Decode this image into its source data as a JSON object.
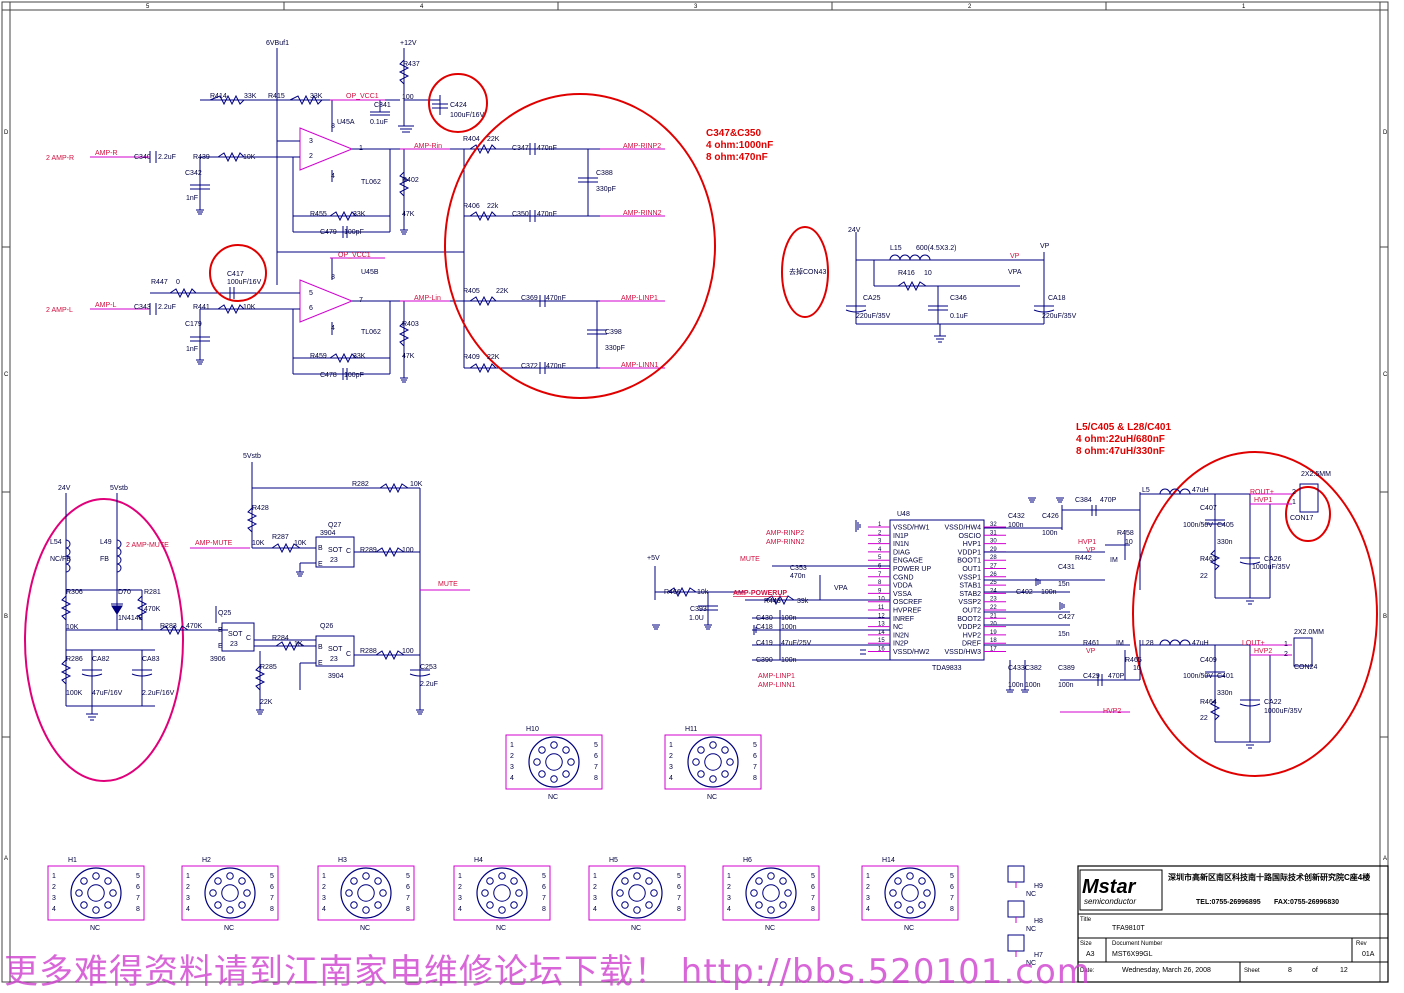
{
  "border": {
    "cols": [
      "5",
      "4",
      "3",
      "2",
      "1"
    ],
    "rows": [
      "D",
      "C",
      "B",
      "A"
    ]
  },
  "annotations": {
    "c347_note": [
      "C347&C350",
      "4 ohm:1000nF",
      "8 ohm:470nF"
    ],
    "l5_note": [
      "L5/C405 & L28/C401",
      "4 ohm:22uH/680nF",
      "8 ohm:47uH/330nF"
    ]
  },
  "rails": {
    "v6buf": "6VBuf1",
    "v12": "+12V",
    "v24a": "24V",
    "v24b": "24V",
    "v5stb": "5Vstb",
    "v5stb2": "5Vstb",
    "v5": "+5V",
    "vp": "VP",
    "vpa": "VPA"
  },
  "opamp": {
    "r414": "R414",
    "r414v": "33K",
    "r415": "R415",
    "r415v": "33K",
    "op_vcc1": "OP_VCC1",
    "op_vcc2": "OP_VCC1",
    "c341": "C341",
    "c341v": "0.1uF",
    "r437": "R437",
    "r437v": "100",
    "c424": "C424",
    "c424v": "100uF/16V",
    "u45a": "U45A",
    "u45b": "U45B",
    "tl1": "TL062",
    "tl2": "TL062",
    "ampr": "2  AMP-R",
    "ampr_net": "AMP-R",
    "c340": "C340",
    "c340v": "2.2uF",
    "r439": "R439",
    "r439v": "10K",
    "c342": "C342",
    "c342v": "1nF",
    "r455": "R455",
    "r455v": "33K",
    "c479": "C479",
    "c479v": "100pF",
    "r402": "R402",
    "r402v": "47K",
    "amprin": "AMP-Rin",
    "r447": "R447",
    "r447v": "0",
    "c417": "C417",
    "c417v": "100uF/16V",
    "ampl": "2  AMP-L",
    "ampl_net": "AMP-L",
    "c343": "C343",
    "c343v": "2.2uF",
    "r441": "R441",
    "r441v": "10K",
    "c179": "C179",
    "c179v": "1nF",
    "r459": "R459",
    "r459v": "33K",
    "c478": "C478",
    "c478v": "100pF",
    "r403": "R403",
    "r403v": "47K",
    "amplin": "AMP-Lin",
    "r404": "R404",
    "r404v": "22K",
    "c347": "C347",
    "c347v": "470nF",
    "rinp2": "AMP-RINP2",
    "c388": "C388",
    "c388v": "330pF",
    "r406": "R406",
    "r406v": "22k",
    "c350": "C350",
    "c350v": "470nF",
    "rinn2": "AMP-RINN2",
    "r405": "R405",
    "r405v": "22K",
    "c369": "C369",
    "c369v": "470nF",
    "linp1": "AMP-LINP1",
    "c398": "C398",
    "c398v": "330pF",
    "r409": "R409",
    "r409v": "22K",
    "c372": "C372",
    "c372v": "470nF",
    "linn1": "AMP-LINN1",
    "p8": "8",
    "p4": "4",
    "p1": "1",
    "p2": "2",
    "p3": "3",
    "p5": "5",
    "p6": "6",
    "p7": "7"
  },
  "power": {
    "l15": "L15",
    "l15v": "600(4.5X3.2)",
    "r416": "R416",
    "r416v": "10",
    "c25": "CA25",
    "c25v": "220uF/35V",
    "c346": "C346",
    "c346v": "0.1uF",
    "c18": "CA18",
    "c18v": "220uF/35V",
    "con43": "去掉CON43"
  },
  "mute": {
    "l54": "L54",
    "l54v": "NC/FB",
    "l49": "L49",
    "l49v": "FB",
    "ampmute": "2  AMP-MUTE",
    "ampmute_net": "AMP-MUTE",
    "r306": "R306",
    "r306v": "10K",
    "d70": "D70",
    "d70v": "1N4148",
    "r281": "R281",
    "r281v": "470K",
    "r286": "R286",
    "r286v": "100K",
    "ca82": "CA82",
    "ca82v": "47uF/16V",
    "ca83": "CA83",
    "ca83v": "2.2uF/16V",
    "r283": "R283",
    "r283v": "470K",
    "q25": "Q25",
    "q25v": "3906",
    "r428": "R428",
    "r287": "R287",
    "r287v": "10K",
    "r428v": "10K",
    "q27": "Q27",
    "q27v": "3904",
    "r282": "R282",
    "r282v": "10K",
    "r289": "R289",
    "r289v": "100",
    "mute": "MUTE",
    "r284": "R284",
    "r284v": "1K",
    "q26": "Q26",
    "q26v": "3904",
    "r288": "R288",
    "r288v": "100",
    "r285": "R285",
    "r285v": "22K",
    "c253": "C253",
    "c253v": "2.2uF",
    "sot": "SOT",
    "sot23": "23",
    "b": "B",
    "c": "C",
    "e": "E"
  },
  "amp": {
    "u48": "U48",
    "tda": "TDA9833",
    "left_pins": [
      "VSSD/HW1",
      "IN1P",
      "IN1N",
      "DIAG",
      "ENGAGE",
      "POWER UP",
      "CGND",
      "VDDA",
      "VSSA",
      "OSCREF",
      "HVPREF",
      "INREF",
      "NC",
      "IN2N",
      "IN2P",
      "VSSD/HW2"
    ],
    "left_nums": [
      "1",
      "2",
      "3",
      "4",
      "5",
      "6",
      "7",
      "8",
      "9",
      "10",
      "11",
      "12",
      "13",
      "14",
      "15",
      "16"
    ],
    "right_pins": [
      "VSSD/HW4",
      "OSCIO",
      "HVP1",
      "VDDP1",
      "BOOT1",
      "OUT1",
      "VSSP1",
      "STAB1",
      "STAB2",
      "VSSP2",
      "OUT2",
      "BOOT2",
      "VDDP2",
      "HVP2",
      "DREF",
      "VSSD/HW3"
    ],
    "right_nums": [
      "32",
      "31",
      "30",
      "29",
      "28",
      "27",
      "26",
      "25",
      "24",
      "23",
      "22",
      "21",
      "20",
      "19",
      "18",
      "17"
    ],
    "nets_in": [
      "AMP-RINP2",
      "AMP-RINN2",
      "MUTE",
      "AMP-POWERUP",
      "AMP-LINP1",
      "AMP-LINN1"
    ],
    "c353": "C353",
    "c353v": "470n",
    "vpa": "VPA",
    "r466": "R466",
    "r466v": "10k",
    "c393": "C393",
    "c393v": "1.0U",
    "r443": "R443",
    "r443v": "39k",
    "c430": "C430",
    "c430v": "100n",
    "c418": "C418",
    "c418v": "100n",
    "c419": "C419",
    "c419v": "47uF/25V",
    "c390": "C390",
    "c390v": "100n",
    "c432": "C432",
    "c432v": "100n",
    "c426": "C426",
    "c426v": "100n",
    "c384": "C384",
    "c384v": "470P",
    "r458": "R458",
    "r458v": "10",
    "hvp1": "HVP1",
    "vp1": "VP",
    "r442": "R442",
    "c431": "C431",
    "c431v": "15n",
    "c402": "C402",
    "c402v": "100n",
    "c427": "C427",
    "c427v": "15n",
    "r461": "R461",
    "vp2": "VP",
    "c433": "C433",
    "c433v": "100n",
    "c382": "C382",
    "c382v": "100n",
    "c389": "C389",
    "c389v": "100n",
    "c429": "C429",
    "c429v": "470P",
    "r465": "R465",
    "r465v": "10",
    "hvp2": "HVP2",
    "im": "IM"
  },
  "output": {
    "l5": "L5",
    "l5v": "47uH",
    "routp": "ROUT+",
    "hvp1": "HVP1",
    "con17": "CON17",
    "con17t": "2X2.5MM",
    "c407": "C407",
    "c407v": "100n/50V",
    "c405": "C405",
    "c405v": "330n",
    "r463": "R463",
    "r463v": "22",
    "ca26": "CA26",
    "ca26v": "1000uF/35V",
    "l28": "L28",
    "l28v": "47uH",
    "loutp": "LOUT+",
    "hvp2": "HVP2",
    "con24": "CON24",
    "con24t": "2X2.0MM",
    "c409": "C409",
    "c409v": "100n/50V",
    "c401": "C401",
    "c401v": "330n",
    "r464": "R464",
    "r464v": "22",
    "ca22": "CA22",
    "ca22v": "1000uF/35V",
    "p1": "1",
    "p2": "2"
  },
  "holes": {
    "top": [
      {
        "id": "H10",
        "nc": "NC"
      },
      {
        "id": "H11",
        "nc": "NC"
      }
    ],
    "bottom": [
      {
        "id": "H1",
        "nc": "NC"
      },
      {
        "id": "H2",
        "nc": "NC"
      },
      {
        "id": "H3",
        "nc": "NC"
      },
      {
        "id": "H4",
        "nc": "NC"
      },
      {
        "id": "H5",
        "nc": "NC"
      },
      {
        "id": "H6",
        "nc": "NC"
      },
      {
        "id": "H14",
        "nc": "NC"
      }
    ],
    "small": [
      {
        "id": "H9",
        "nc": "NC"
      },
      {
        "id": "H8",
        "nc": "NC"
      },
      {
        "id": "H7",
        "nc": "NC"
      }
    ],
    "pins": [
      "1",
      "2",
      "3",
      "4",
      "5",
      "6",
      "7",
      "8"
    ]
  },
  "titleblock": {
    "logo1": "Mstar",
    "logo2": "semiconductor",
    "company": "深圳市高新区南区科技南十路国际技术创新研究院C座4楼",
    "tel": "TEL:0755-26996895",
    "fax": "FAX:0755-26996830",
    "title_label": "Title",
    "title": "TFA9810T",
    "size_label": "Size",
    "size": "A3",
    "docnum_label": "Document Number",
    "docnum": "MST6X99GL",
    "rev_label": "Rev",
    "rev": "01A",
    "date_label": "Date:",
    "date": "Wednesday, March 26, 2008",
    "sheet_label": "Sheet",
    "sheet": "8",
    "of": "of",
    "total": "12"
  },
  "footer": "更多难得资料请到江南家电维修论坛下载！ http://bbs.520101.com"
}
